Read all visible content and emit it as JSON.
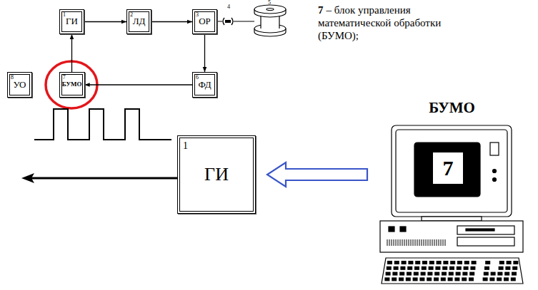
{
  "diagram": {
    "nodes": [
      {
        "text": [
          "1",
          "ГИ"
        ]
      },
      {
        "text": [
          "2",
          "ЛД"
        ]
      },
      {
        "text": [
          "3",
          "ОР"
        ]
      },
      {
        "text": [
          "6",
          "ФД"
        ]
      },
      {
        "text": [
          "7",
          "БУМО"
        ]
      },
      {
        "text": [
          "8",
          "УО"
        ]
      },
      {
        "text": [
          "1",
          "ГИ"
        ]
      },
      {
        "text": [
          "БУМО",
          "7"
        ]
      }
    ],
    "edges": [
      {
        "from": 0,
        "to": 1,
        "arrow": "to"
      },
      {
        "from": 1,
        "to": 2,
        "arrow": "to"
      },
      {
        "from": 2,
        "to": 3,
        "arrow": "to"
      },
      {
        "from": 3,
        "to": 4,
        "arrow": "to"
      },
      {
        "from": 4,
        "to": 0,
        "arrow": "to"
      },
      {
        "from": 7,
        "to": 6,
        "arrow": "to"
      }
    ],
    "labels": [
      "4",
      "5",
      "7",
      "– блок управления математической обработки (БУМО);"
    ]
  }
}
